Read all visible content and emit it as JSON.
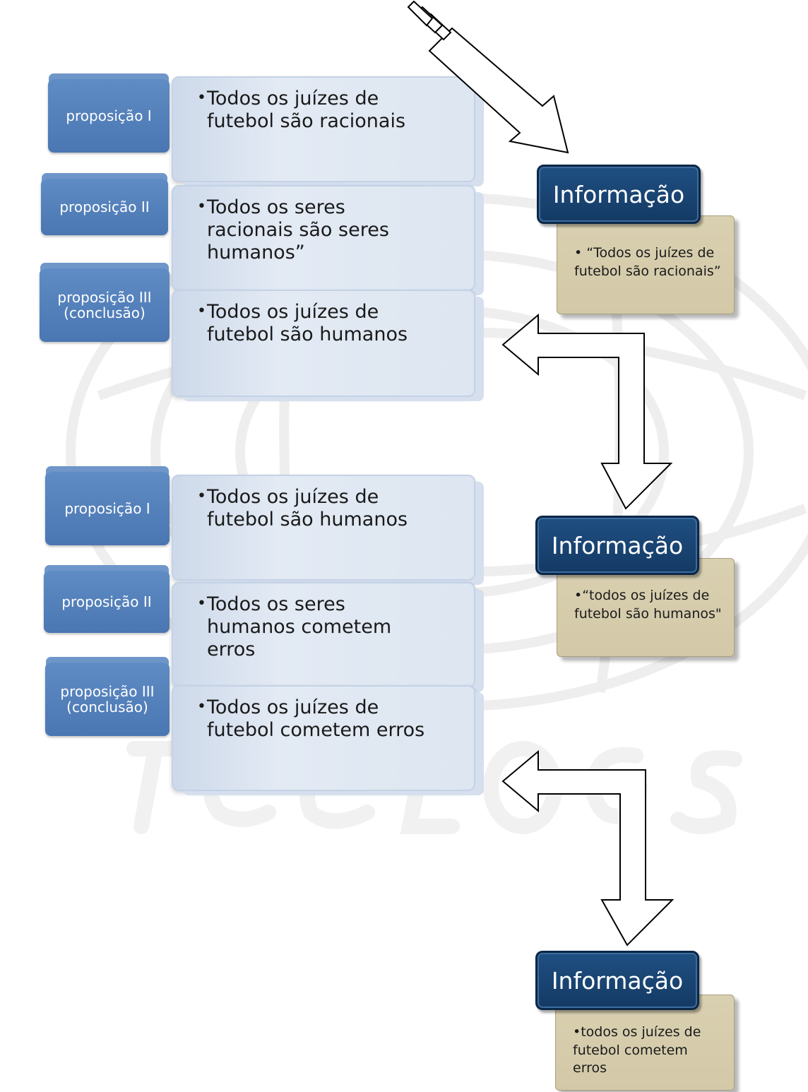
{
  "groups": [
    {
      "propositions": [
        {
          "label": "proposição I",
          "text": "Todos os juízes de\nfutebol são racionais"
        },
        {
          "label": "proposição  II",
          "text": "Todos os seres\nracionais são seres\nhumanos”"
        },
        {
          "label": "proposição  III\n(conclusão)",
          "text": "Todos os juízes de\nfutebol são humanos"
        }
      ]
    },
    {
      "propositions": [
        {
          "label": "proposição I",
          "text": "Todos os juízes de\nfutebol são humanos"
        },
        {
          "label": "proposição  II",
          "text": "Todos os seres\nhumanos cometem\nerros"
        },
        {
          "label": "proposição  III\n(conclusão)",
          "text": "Todos os juízes de\nfutebol cometem erros"
        }
      ]
    }
  ],
  "info_cards": [
    {
      "title": "Informação",
      "text": "• “Todos os juízes de\nfutebol são racionais”"
    },
    {
      "title": "Informação",
      "text": "•“todos os juízes de\nfutebol são humanos\""
    },
    {
      "title": "Informação",
      "text": "•todos os juízes de\nfutebol cometem erros"
    }
  ],
  "bullet": "•",
  "colors": {
    "label_blue": "#4a76b2",
    "statement_bg": "#dde6f1",
    "info_title_bg": "#1a4574",
    "info_body_bg": "#d6ccab",
    "arrow_outline": "#000000"
  }
}
